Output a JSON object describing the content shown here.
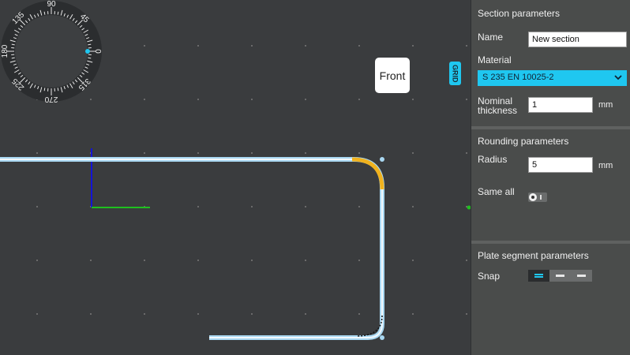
{
  "viewport": {
    "view_label": "Front",
    "grid_label": "GRID",
    "compass_labels": [
      "0",
      "45",
      "90",
      "135",
      "180",
      "225",
      "270",
      "315"
    ]
  },
  "section_parameters": {
    "title": "Section parameters",
    "name_label": "Name",
    "name_value": "New section",
    "material_label": "Material",
    "material_value": "S 235 EN 10025-2",
    "nominal_thickness_label_1": "Nominal",
    "nominal_thickness_label_2": "thickness",
    "nominal_thickness_value": "1",
    "nominal_thickness_unit": "mm"
  },
  "rounding_parameters": {
    "title": "Rounding parameters",
    "radius_label": "Radius",
    "radius_value": "5",
    "radius_unit": "mm",
    "same_all_label": "Same all"
  },
  "plate_segment_parameters": {
    "title": "Plate segment parameters",
    "snap_label": "Snap"
  },
  "colors": {
    "accent": "#1fc7f0",
    "profile": "#a9d8f2",
    "highlight": "#f0b21e",
    "axis_x": "#1fbf1f",
    "axis_y": "#1414d6"
  }
}
